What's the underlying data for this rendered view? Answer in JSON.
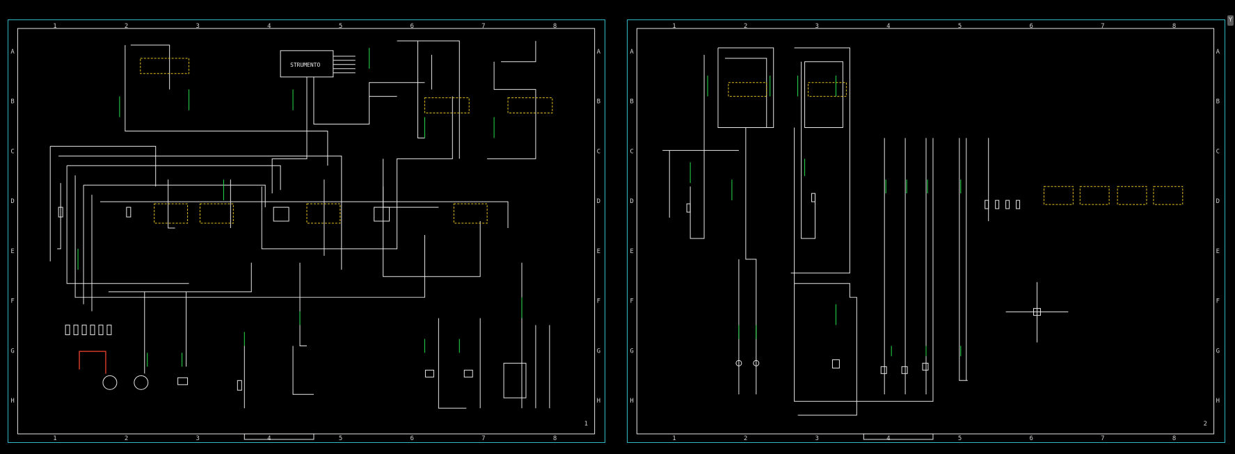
{
  "columns": [
    "1",
    "2",
    "3",
    "4",
    "5",
    "6",
    "7",
    "8"
  ],
  "rows": [
    "A",
    "B",
    "C",
    "D",
    "E",
    "F",
    "G",
    "H"
  ],
  "left_sheet": {
    "instrument_label": "STRUMENTO",
    "page_number": "1"
  },
  "right_sheet": {
    "page_number": "2"
  },
  "corner_button": "Y"
}
